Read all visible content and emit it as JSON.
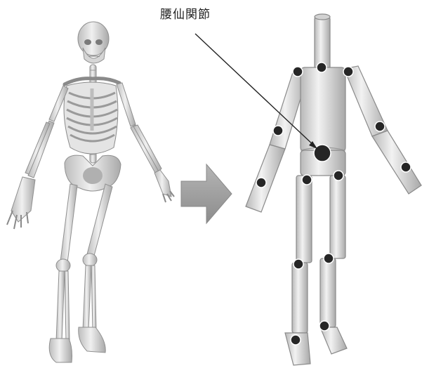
{
  "callout": {
    "label": "腰仙関節"
  },
  "figures": {
    "left": "skeleton-illustration",
    "arrow": "right-arrow-icon",
    "right": "segment-link-model"
  },
  "colors": {
    "bone": "#d9d9d9",
    "bone_edge": "#8f8f8f",
    "segment": "#dcdcdc",
    "segment_edge": "#8a8a8a",
    "joint": "#262626",
    "arrow": "#9a9a9a",
    "leader_line": "#222222"
  }
}
